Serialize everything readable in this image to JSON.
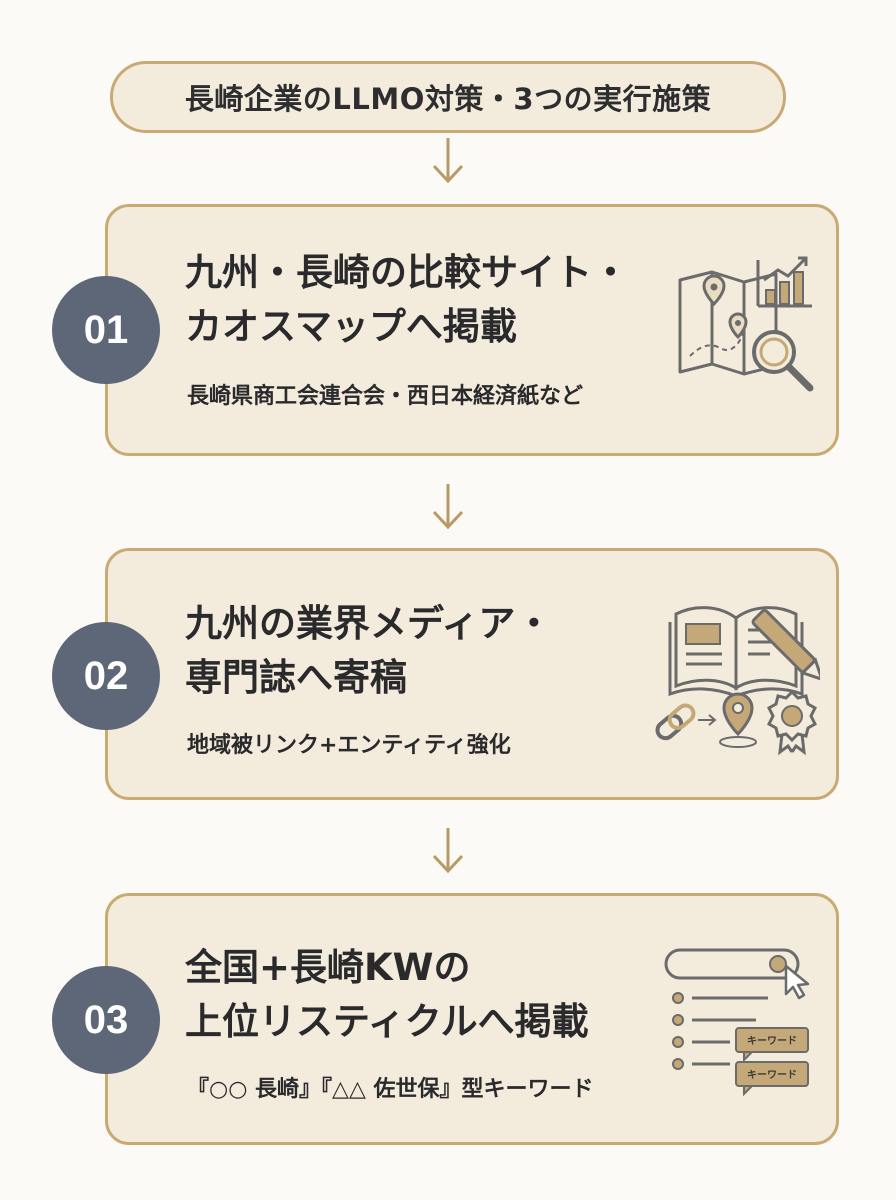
{
  "header": {
    "title": "長崎企業のLLMO対策・3つの実行施策"
  },
  "steps": [
    {
      "number": "01",
      "title_line1": "九州・長崎の比較サイト・",
      "title_line2": "カオスマップへ掲載",
      "subtitle": "長崎県商工会連合会・西日本経済紙など",
      "icon": "map-chart-search-icon"
    },
    {
      "number": "02",
      "title_line1": "九州の業界メディア・",
      "title_line2": "専門誌へ寄稿",
      "subtitle": "地域被リンク+エンティティ強化",
      "icon": "book-pen-link-icon"
    },
    {
      "number": "03",
      "title_line1": "全国+長崎KWの",
      "title_line2": "上位リスティクルへ掲載",
      "subtitle": "『○○ 長崎』『△△ 佐世保』型キーワード",
      "icon": "search-keyword-list-icon",
      "keyword_tags": [
        "キーワード",
        "キーワード"
      ]
    }
  ],
  "colors": {
    "card_bg": "#f3ecdd",
    "border": "#c8aa72",
    "badge": "#5d6778",
    "text": "#2a2a2c",
    "icon_stroke": "#6b6b6b",
    "icon_fill": "#c4a877"
  }
}
